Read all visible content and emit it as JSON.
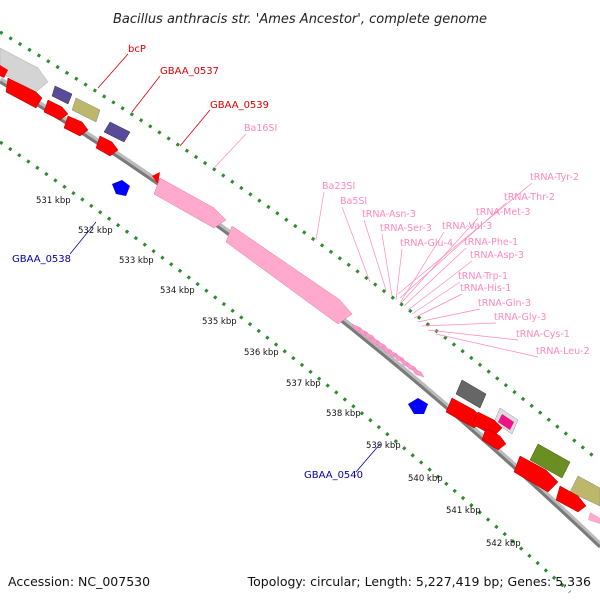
{
  "title": "Bacillus anthracis str. 'Ames Ancestor', complete genome",
  "footer": {
    "accession": "Accession: NC_007530",
    "summary": "Topology: circular; Length: 5,227,419 bp; Genes: 5,336"
  },
  "colors": {
    "backbone": "#8c8c8c",
    "tick_dots": "#2e8b2e",
    "gene_red": "#ff0000",
    "gene_blue": "#0000ff",
    "rna_pink": "#ffaacc",
    "label_red": "#dd0000",
    "label_blue": "#0000aa",
    "label_pink": "#ff88bb",
    "gene_grey": "#c8c8c8",
    "gene_purple": "#5a4a9a",
    "gene_olive": "#bdb76b",
    "gene_darkgrey": "#666666",
    "gene_green": "#6b8e23",
    "gene_magenta": "#ee1188"
  },
  "scale_labels": [
    "531 kbp",
    "532 kbp",
    "533 kbp",
    "534 kbp",
    "535 kbp",
    "536 kbp",
    "537 kbp",
    "538 kbp",
    "539 kbp",
    "540 kbp",
    "541 kbp",
    "542 kbp"
  ],
  "feature_labels": {
    "red": [
      "bcP",
      "GBAA_0537",
      "GBAA_0539"
    ],
    "blue": [
      "GBAA_0538",
      "GBAA_0540"
    ],
    "rna": [
      "Ba16SI",
      "Ba23SI",
      "Ba5SI",
      "tRNA-Asn-3",
      "tRNA-Ser-3",
      "tRNA-Glu-4",
      "tRNA-Val-3",
      "tRNA-Phe-1",
      "tRNA-Asp-3",
      "tRNA-Trp-1",
      "tRNA-His-1",
      "tRNA-Gln-3",
      "tRNA-Gly-3",
      "tRNA-Cys-1",
      "tRNA-Leu-2",
      "tRNA-Tyr-2",
      "tRNA-Thr-2",
      "tRNA-Met-3"
    ]
  }
}
